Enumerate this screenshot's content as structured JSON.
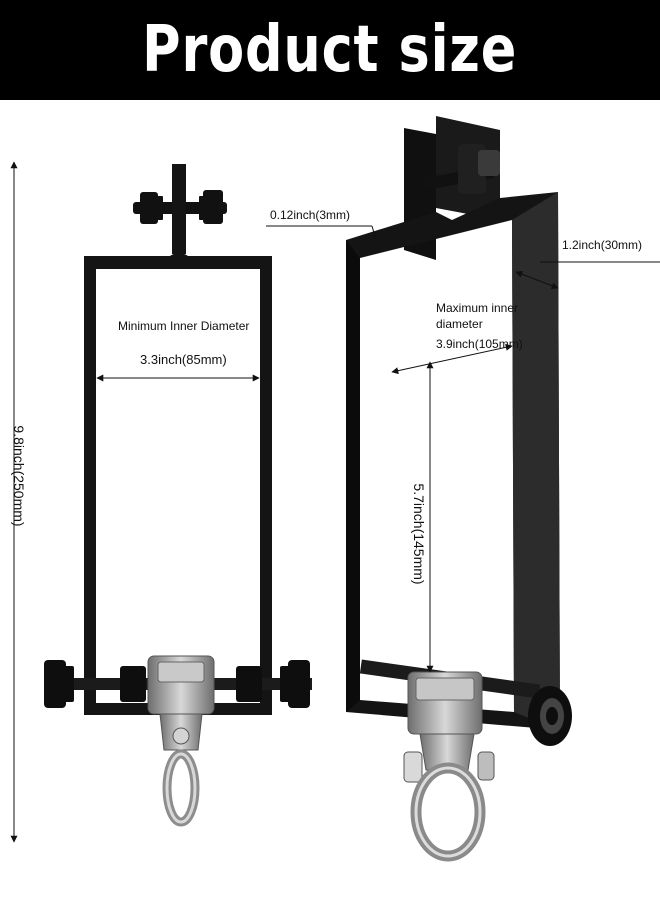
{
  "header": {
    "title": "Product size"
  },
  "left_bracket": {
    "total_height": "9.8inch(250mm)",
    "min_inner_label": "Minimum Inner Diameter",
    "min_inner_value": "3.3inch(85mm)"
  },
  "right_bracket": {
    "thickness": "0.12inch(3mm)",
    "width": "1.2inch(30mm)",
    "max_inner_label_line1": "Maximum inner",
    "max_inner_label_line2": "diameter",
    "max_inner_value": "3.9inch(105mm)",
    "inner_height": "5.7inch(145mm)"
  },
  "colors": {
    "banner": "#000000",
    "bracket": "#141414",
    "hardware": "#9a9a9a"
  }
}
